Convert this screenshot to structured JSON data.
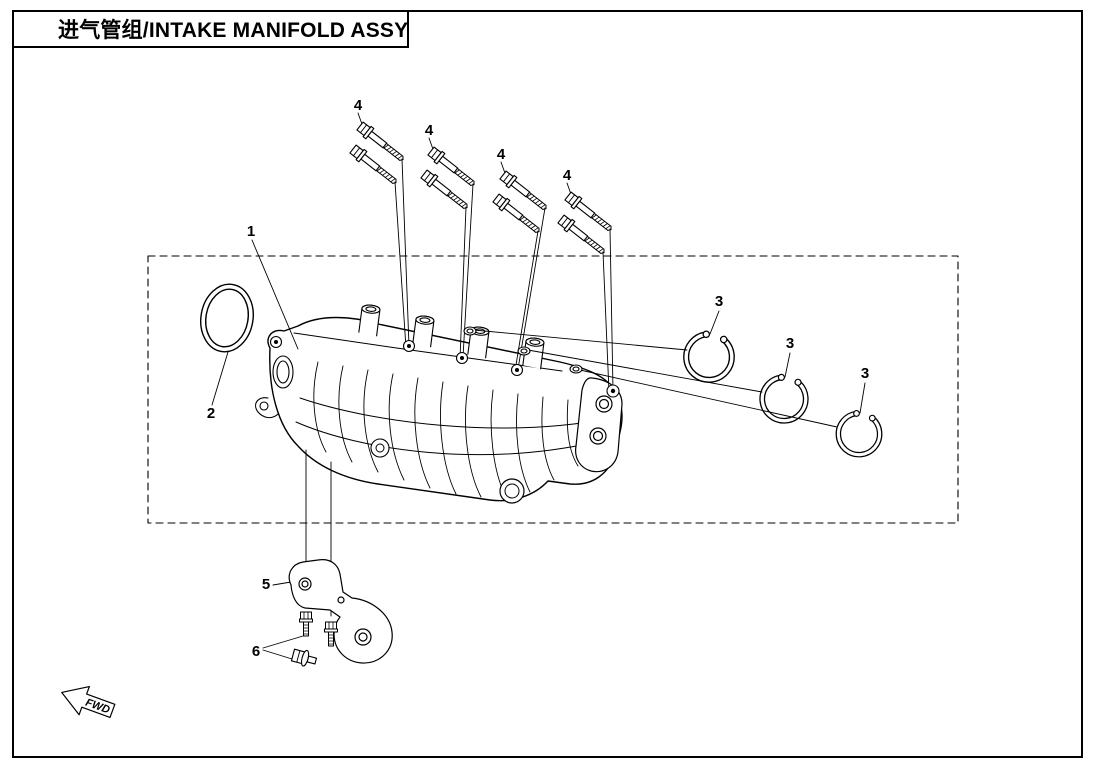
{
  "title": "进气管组/INTAKE MANIFOLD ASSY",
  "fwd": {
    "label": "FWD"
  },
  "colors": {
    "line": "#000000",
    "background": "#ffffff"
  },
  "callouts": [
    {
      "label": "1"
    },
    {
      "label": "2"
    },
    {
      "label": "3"
    },
    {
      "label": "3"
    },
    {
      "label": "3"
    },
    {
      "label": "4"
    },
    {
      "label": "4"
    },
    {
      "label": "4"
    },
    {
      "label": "4"
    },
    {
      "label": "5"
    },
    {
      "label": "6"
    }
  ]
}
